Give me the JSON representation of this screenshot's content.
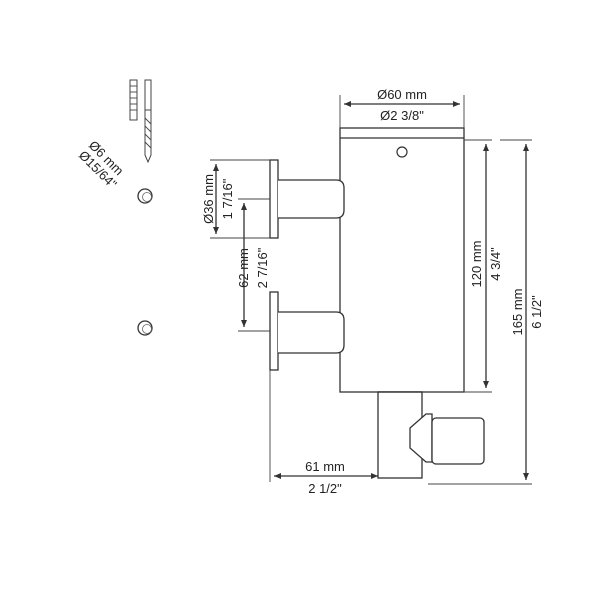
{
  "dimensions": {
    "top_width_mm": "Ø60 mm",
    "top_width_in": "Ø2 3/8\"",
    "height_body_mm": "120 mm",
    "height_body_in": "4 3/4\"",
    "height_total_mm": "165 mm",
    "height_total_in": "6 1/2\"",
    "flange_dia_mm": "Ø36 mm",
    "flange_dia_in": "1 7/16\"",
    "spacing_mm": "62 mm",
    "spacing_in": "2 7/16\"",
    "depth_mm": "61 mm",
    "depth_in": "2 1/2\"",
    "drill_mm": "Ø6 mm",
    "drill_in": "Ø15/64\""
  }
}
